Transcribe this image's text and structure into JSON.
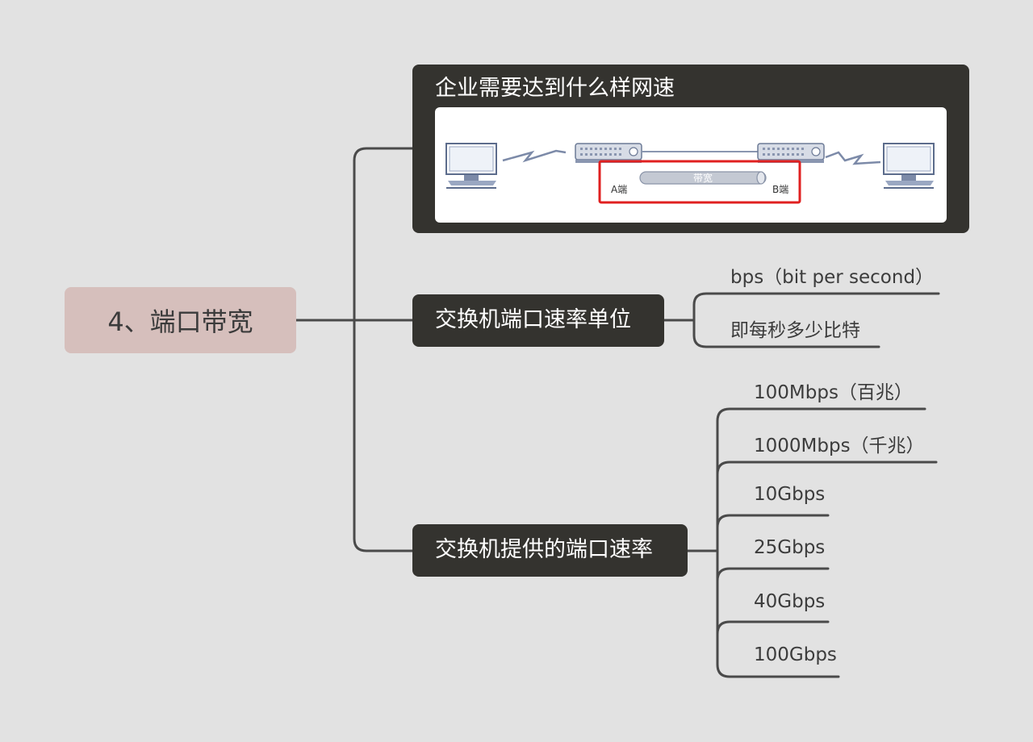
{
  "central_topic": "4、端口带宽",
  "branches": {
    "speed_need": {
      "title": "企业需要达到什么样网速",
      "diagram": {
        "bandwidth_label": "带宽",
        "end_a_label": "A端",
        "end_b_label": "B端",
        "highlight_color": "#e02020"
      }
    },
    "port_unit": {
      "title": "交换机端口速率单位",
      "leaves": [
        "bps（bit per second）",
        "即每秒多少比特"
      ]
    },
    "port_rates": {
      "title": "交换机提供的端口速率",
      "leaves": [
        "100Mbps（百兆）",
        "1000Mbps（千兆）",
        "10Gbps",
        "25Gbps",
        "40Gbps",
        "100Gbps"
      ]
    }
  },
  "colors": {
    "background": "#e2e2e2",
    "central_fill": "#d6bfbc",
    "branch_fill": "#34332f",
    "line": "#4a4a4a"
  }
}
